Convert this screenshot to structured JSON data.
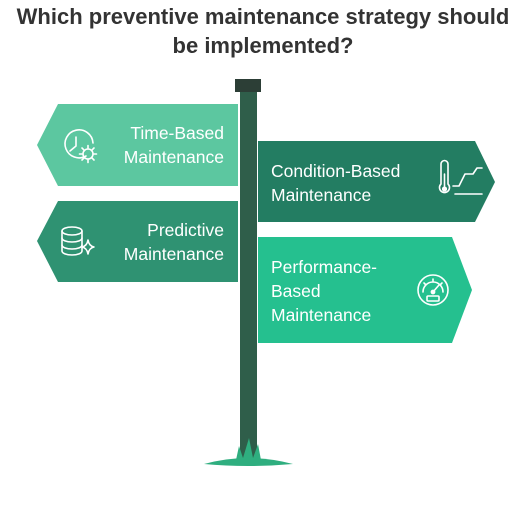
{
  "title": {
    "line1": "Which preventive maintenance strategy should",
    "line2": "be implemented?"
  },
  "signs": [
    {
      "id": "time-based",
      "lines": [
        "Time-Based",
        "Maintenance"
      ],
      "color": "#5cc7a0",
      "icon": "clock-gear-icon",
      "direction": "left"
    },
    {
      "id": "condition-based",
      "lines": [
        "Condition-Based",
        "Maintenance"
      ],
      "color": "#237d62",
      "icon": "thermometer-trend-icon",
      "direction": "right"
    },
    {
      "id": "predictive",
      "lines": [
        "Predictive",
        "Maintenance"
      ],
      "color": "#2f9272",
      "icon": "database-sparkle-icon",
      "direction": "left"
    },
    {
      "id": "performance-based",
      "lines": [
        "Performance-",
        "Based",
        "Maintenance"
      ],
      "color": "#25c08f",
      "icon": "gauge-icon",
      "direction": "right"
    }
  ],
  "colors": {
    "post": "#2f5e4a",
    "post_cap": "#2c3e36",
    "grass": "#2fae7f",
    "title": "#333333"
  }
}
